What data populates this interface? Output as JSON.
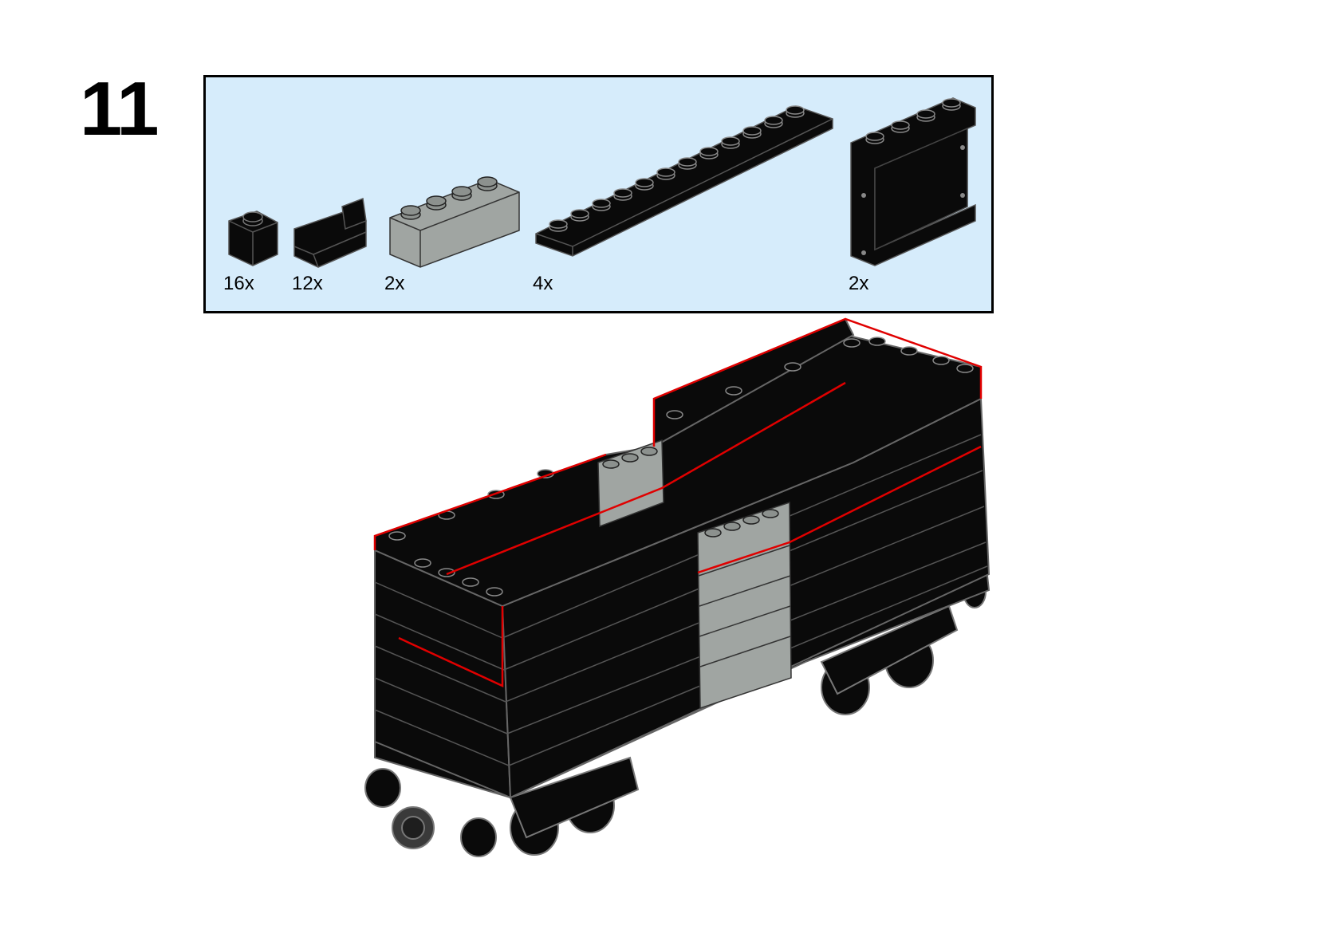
{
  "step": {
    "number": "11"
  },
  "parts_list": {
    "items": [
      {
        "name": "brick-1x1-black",
        "qty": "16x",
        "color": "#0a0a0a"
      },
      {
        "name": "bracket-1x2-black",
        "qty": "12x",
        "color": "#0a0a0a"
      },
      {
        "name": "brick-1x4-light-grey",
        "qty": "2x",
        "color": "#a0a5a2"
      },
      {
        "name": "plate-1x12-black",
        "qty": "4x",
        "color": "#0a0a0a"
      },
      {
        "name": "panel-1x4x3-black",
        "qty": "2x",
        "color": "#0a0a0a"
      }
    ]
  },
  "colors": {
    "background": "#ffffff",
    "parts_box_fill": "#d6ecfb",
    "highlight_outline": "#e00000",
    "black_part": "#0a0a0a",
    "grey_part": "#a0a5a2"
  }
}
